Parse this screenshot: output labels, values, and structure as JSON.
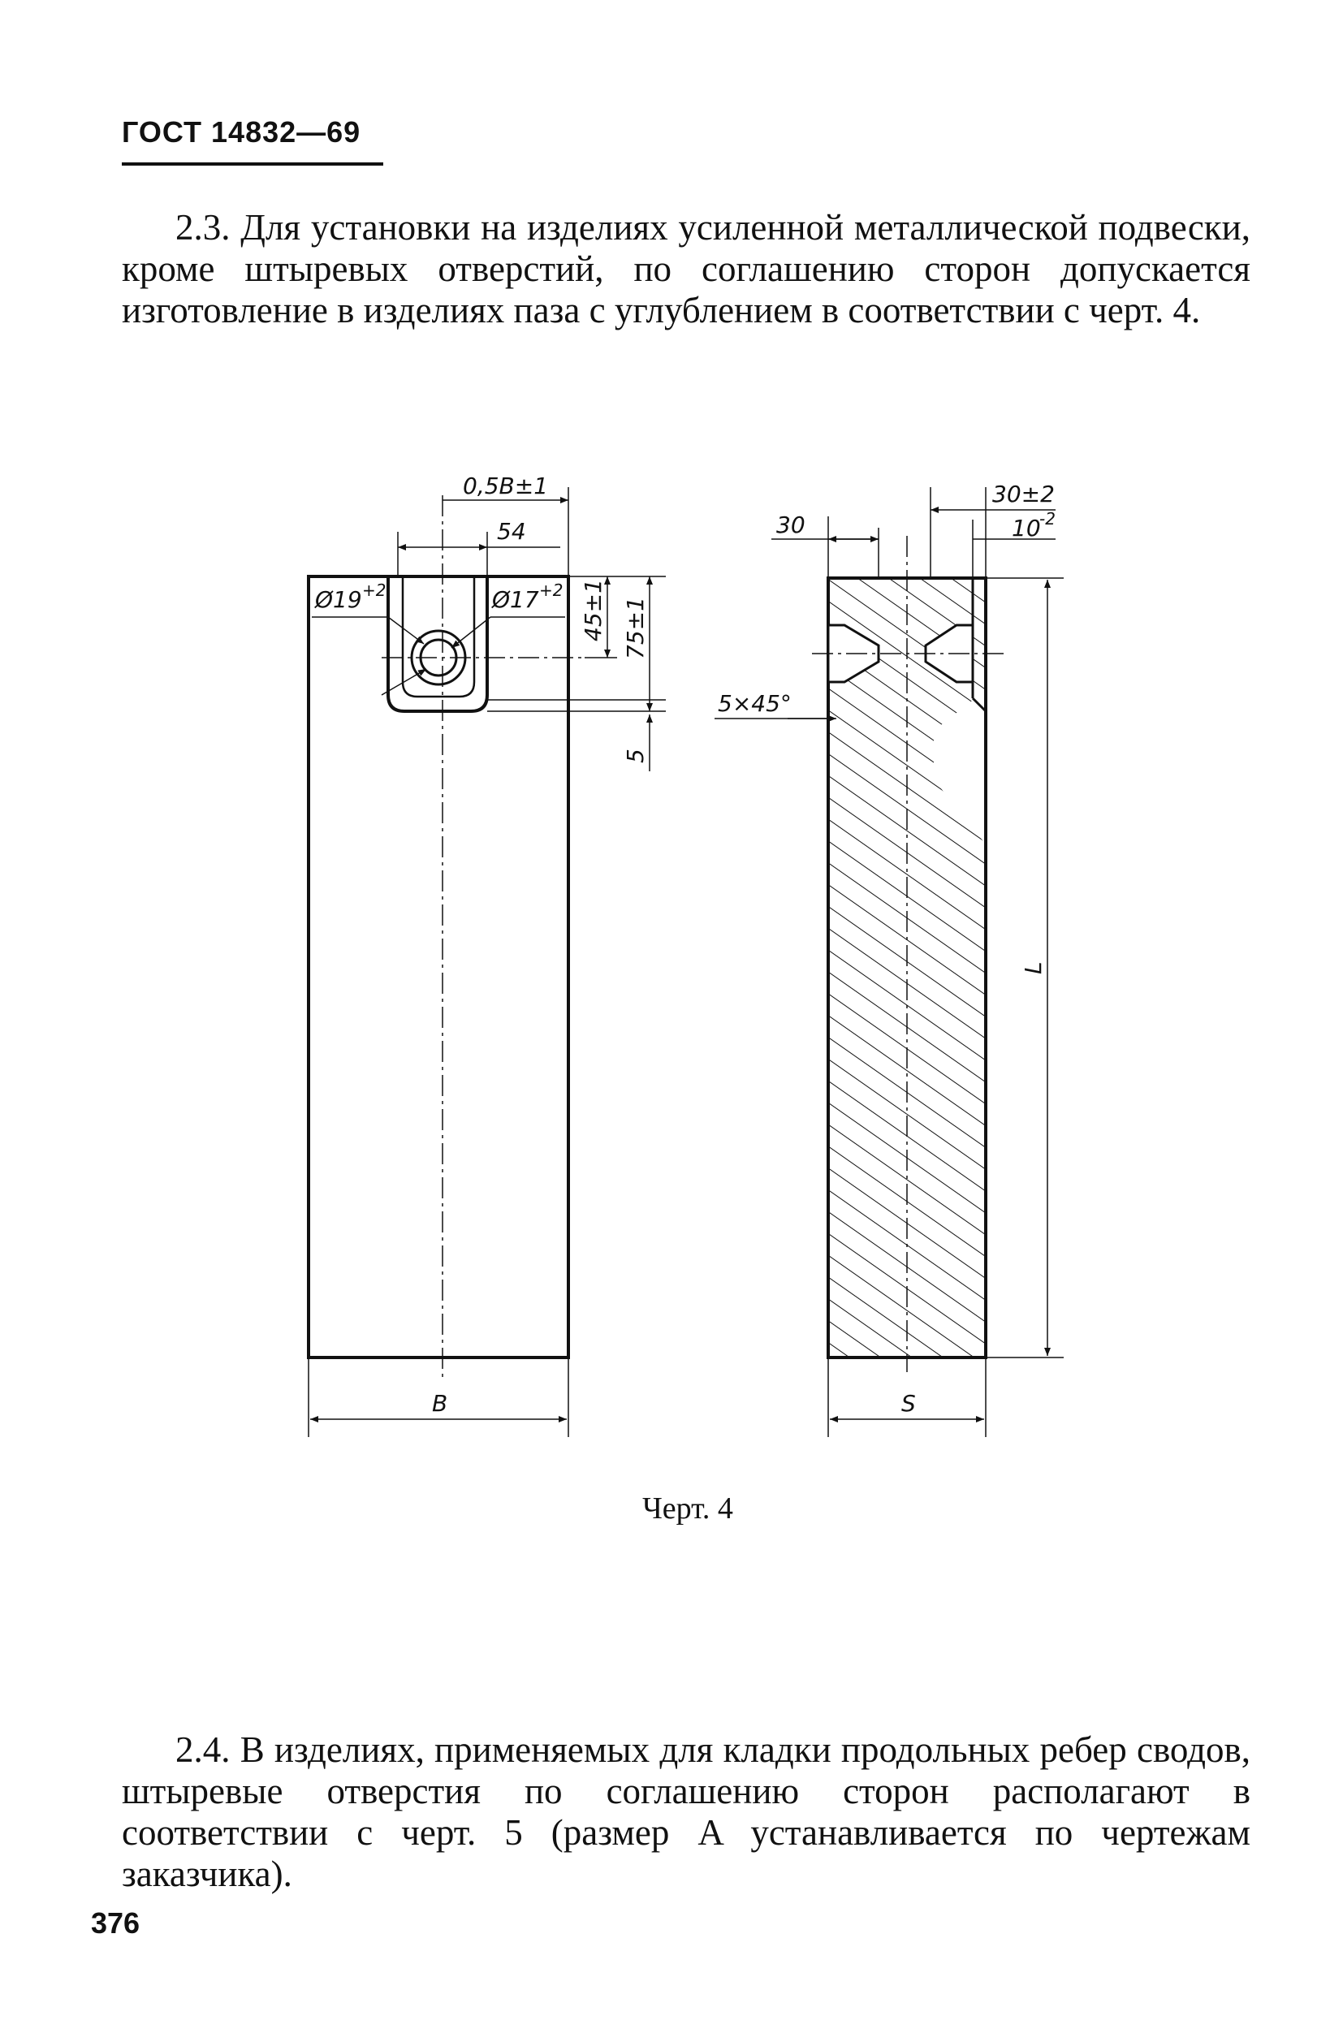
{
  "header": {
    "standard": "ГОСТ 14832—69"
  },
  "sections": {
    "s2_3": {
      "text": "2.3. Для установки на изделиях усиленной металлической подвески, кроме штыревых отверстий, по соглашению сторон допускается изготовление в изделиях паза с углублением в соответствии с черт. 4."
    },
    "s2_4": {
      "text": "2.4. В изделиях, применяемых для кладки продольных ребер сводов, штыревые отверстия по соглашению сторон располагают в соответствии с черт. 5 (размер A устанавливается по чертежам заказчика)."
    }
  },
  "figure": {
    "caption": "Черт. 4",
    "dimensions": {
      "half_width": "0,5B±1",
      "slot_width": "54",
      "hole_outer": "Ø19",
      "hole_outer_tol": "+2",
      "hole_inner": "Ø17",
      "hole_inner_tol": "+2",
      "depth_45": "45±1",
      "depth_75": "75±1",
      "offset_5": "5",
      "width_B": "B",
      "side_30": "30",
      "side_30_2": "30±2",
      "side_10": "10",
      "side_10_tol": "-2",
      "chamfer": "5×45°",
      "length_L": "L",
      "thickness_S": "S"
    }
  },
  "page": {
    "number": "376"
  },
  "colors": {
    "ink": "#111111",
    "paper": "#ffffff"
  }
}
